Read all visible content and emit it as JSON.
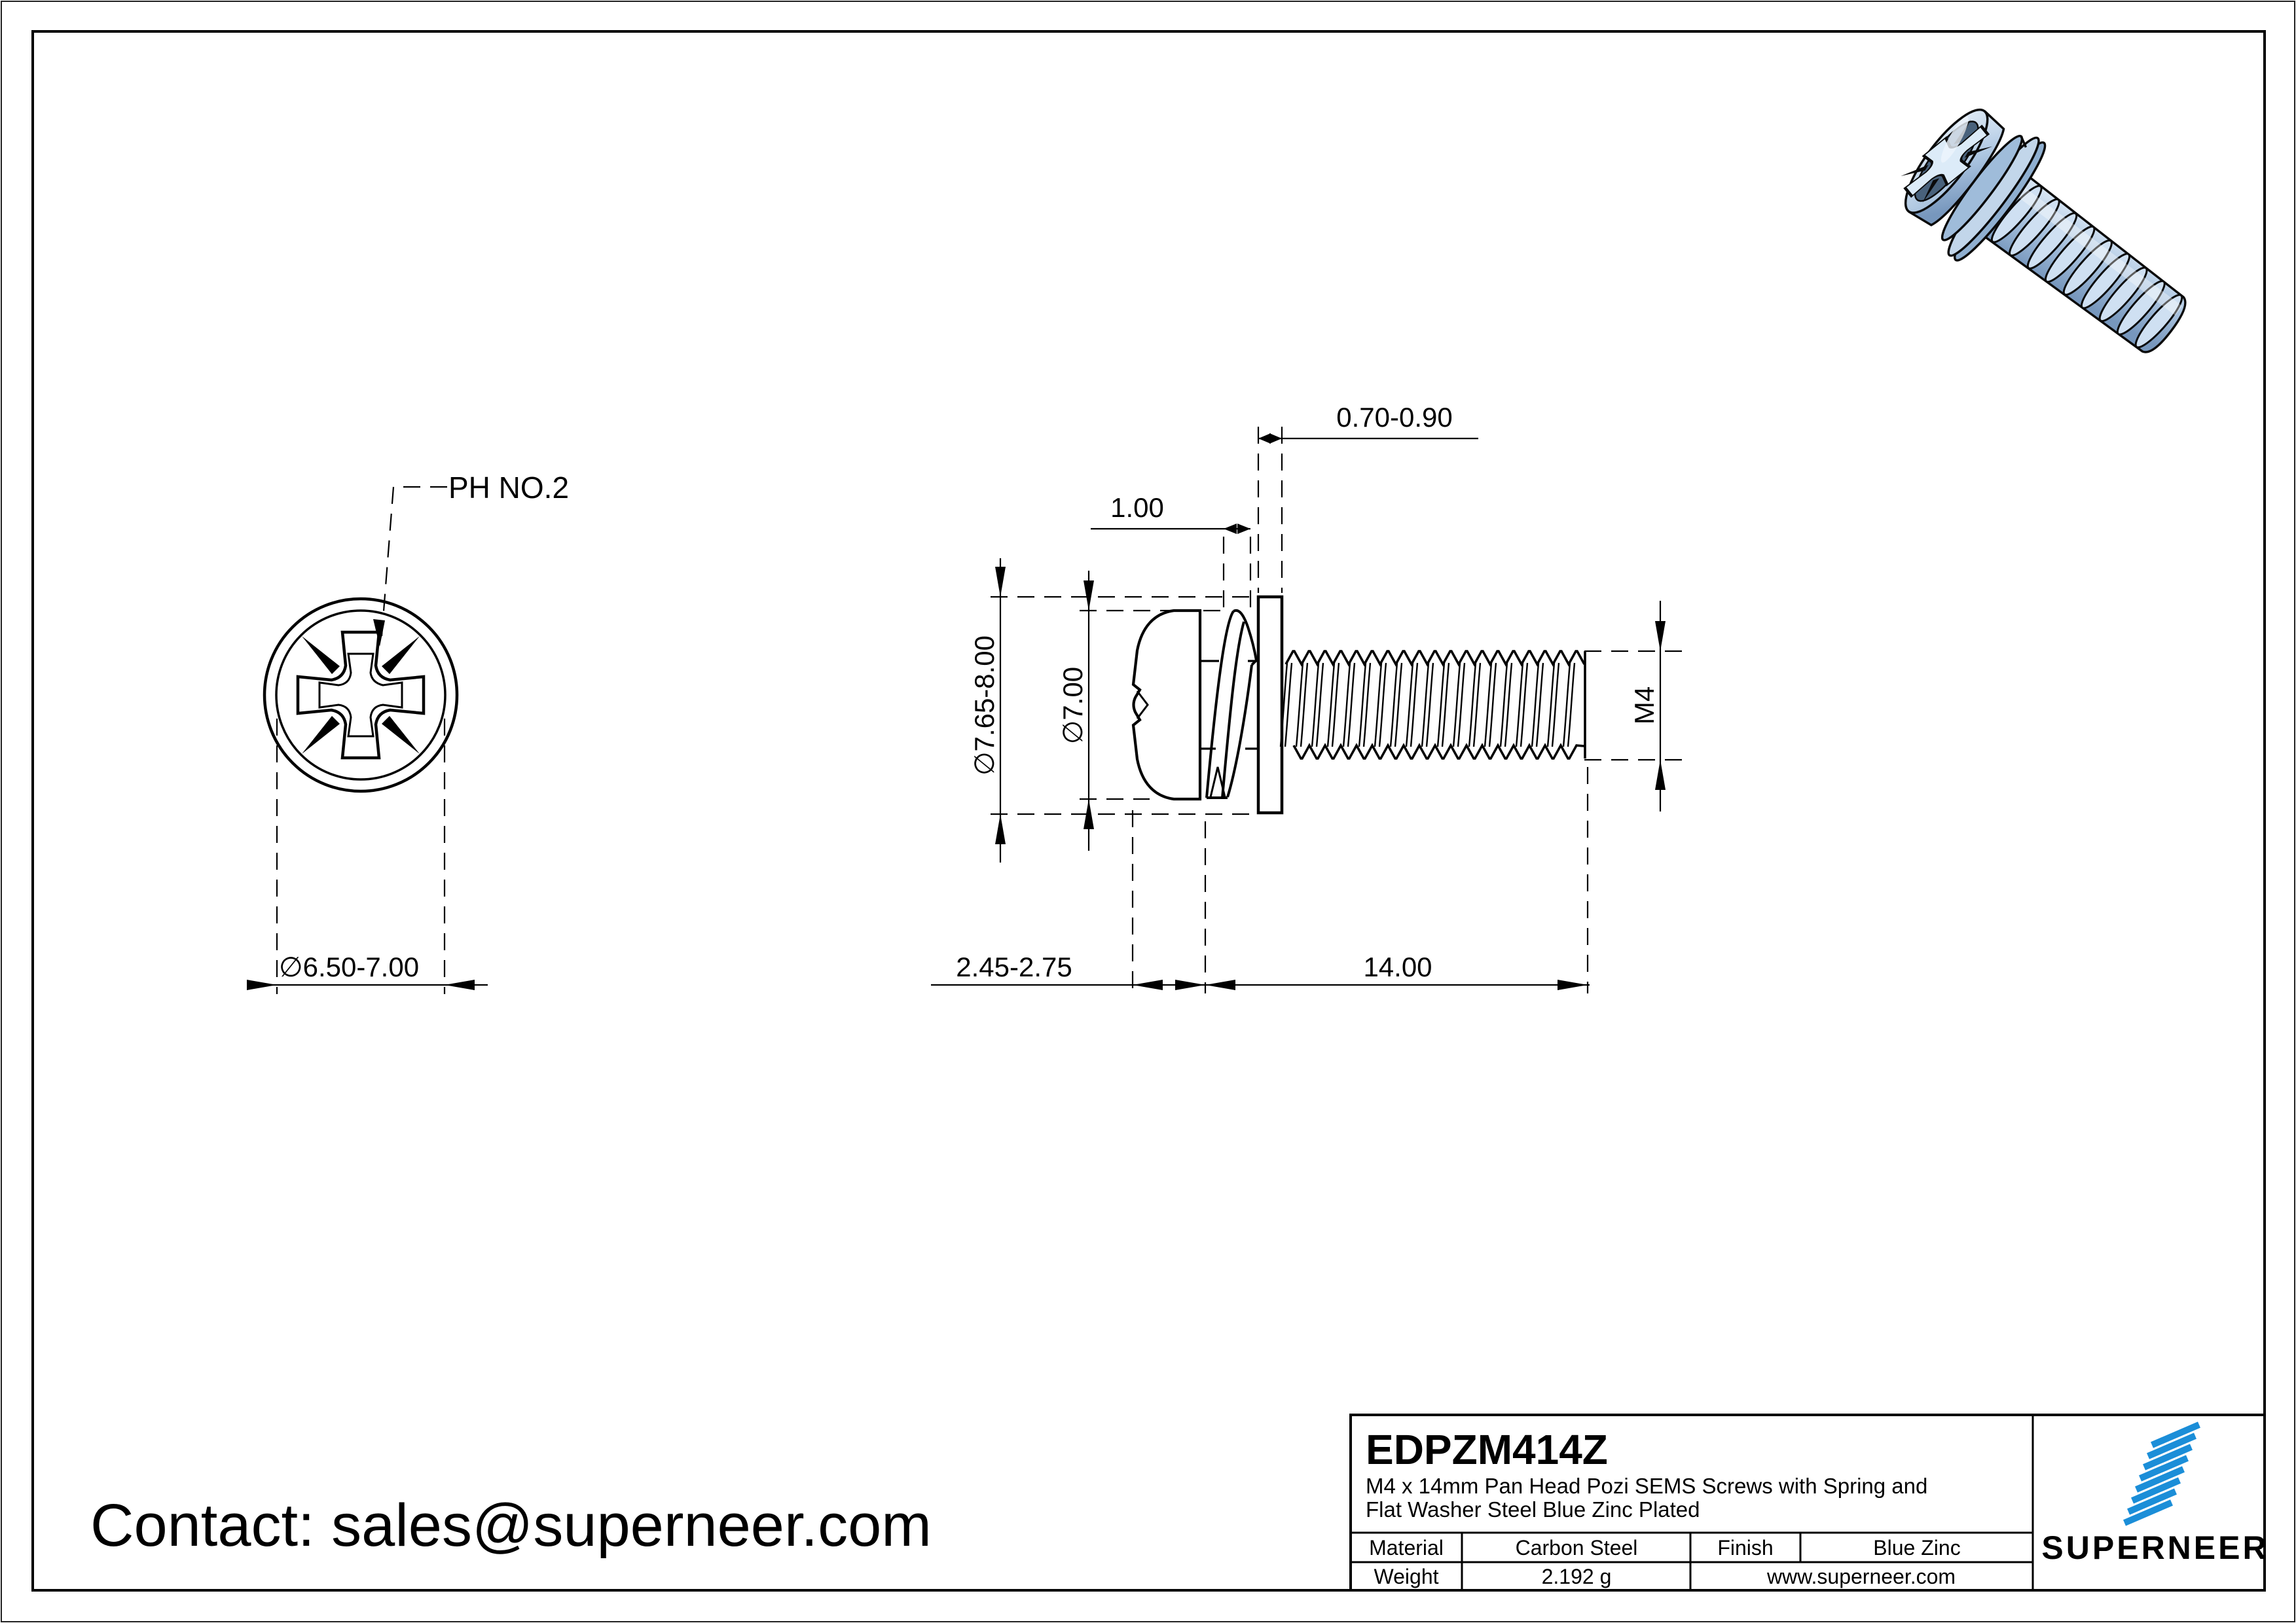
{
  "page": {
    "background": "#ffffff",
    "frame_color": "#000000"
  },
  "contact": {
    "label": "Contact: sales@superneer.com"
  },
  "front_view": {
    "drive_label": "PH NO.2",
    "head_diameter": "∅6.50-7.00"
  },
  "side_view": {
    "flat_washer_thickness": "0.70-0.90",
    "spring_washer_thickness": "1.00",
    "washer_outer_diameter": "∅7.65-8.00",
    "head_outer_diameter": "∅7.00",
    "thread_spec": "M4",
    "head_height": "2.45-2.75",
    "thread_length": "14.00"
  },
  "title_block": {
    "part_number": "EDPZM414Z",
    "description_line1": "M4 x 14mm Pan Head Pozi SEMS Screws with Spring and",
    "description_line2": "Flat Washer Steel Blue Zinc Plated",
    "material_label": "Material",
    "material_value": "Carbon Steel",
    "finish_label": "Finish",
    "finish_value": "Blue Zinc",
    "weight_label": "Weight",
    "weight_value": "2.192 g",
    "website": "www.superneer.com",
    "brand": "SUPERNEER",
    "brand_color": "#1b8ed8",
    "link_color": "#1878c8"
  },
  "render_colors": {
    "light": "#cfe0f2",
    "mid": "#9fbcda",
    "deep": "#7797bd",
    "slate": "#49627c",
    "outline": "#0a0a0a"
  }
}
